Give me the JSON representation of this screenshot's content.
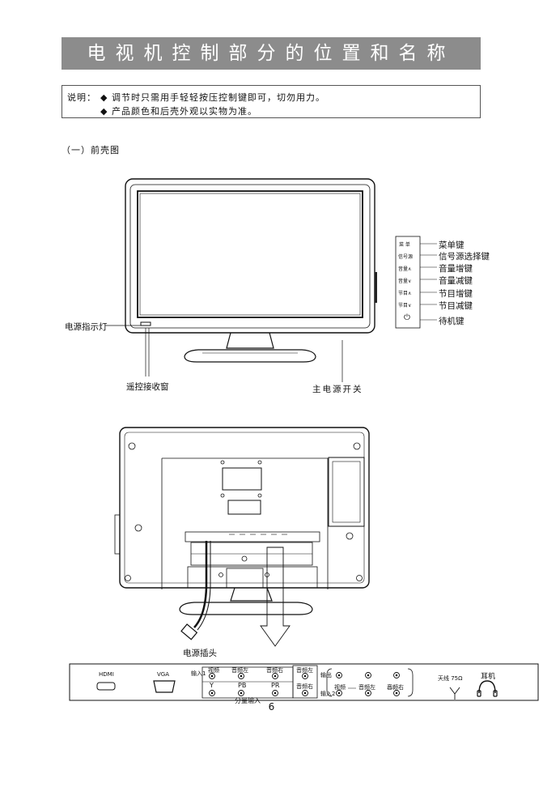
{
  "title": "电视机控制部分的位置和名称",
  "note": {
    "prefix": "说明：",
    "items": [
      "◆ 调节时只需用手轻轻按压控制键即可，切勿用力。",
      "◆ 产品颜色和后壳外观以实物为准。"
    ]
  },
  "section": "（一）前壳图",
  "front": {
    "side_keys": [
      "菜 单",
      "信号源",
      "音量∧",
      "音量∨",
      "节目∧",
      "节目∨",
      "⏻"
    ],
    "key_names": [
      "菜单键",
      "信号源选择键",
      "音量增键",
      "音量减键",
      "节目增键",
      "节目减键",
      "待机键"
    ],
    "power_indicator": "电源指示灯",
    "remote_window": "遥控接收窗",
    "main_power_switch": "主电源开关"
  },
  "rear": {
    "power_plug": "电源插头"
  },
  "panel": {
    "hdmi": "HDMI",
    "vga": "VGA",
    "input1": "输入1",
    "video": "视频",
    "audio_left": "音频左",
    "audio_right": "音频右",
    "y": "Y",
    "pb": "PB",
    "pr": "PR",
    "component_input": "分量输入",
    "audio_left2": "音频左",
    "audio_right2": "音频右",
    "output": "输出",
    "video2": "视频",
    "audio_left3": "音频左",
    "audio_right3": "音频右",
    "input2": "输入2",
    "antenna": "天线 75Ω",
    "headphone": "耳机"
  },
  "page_number": "6"
}
